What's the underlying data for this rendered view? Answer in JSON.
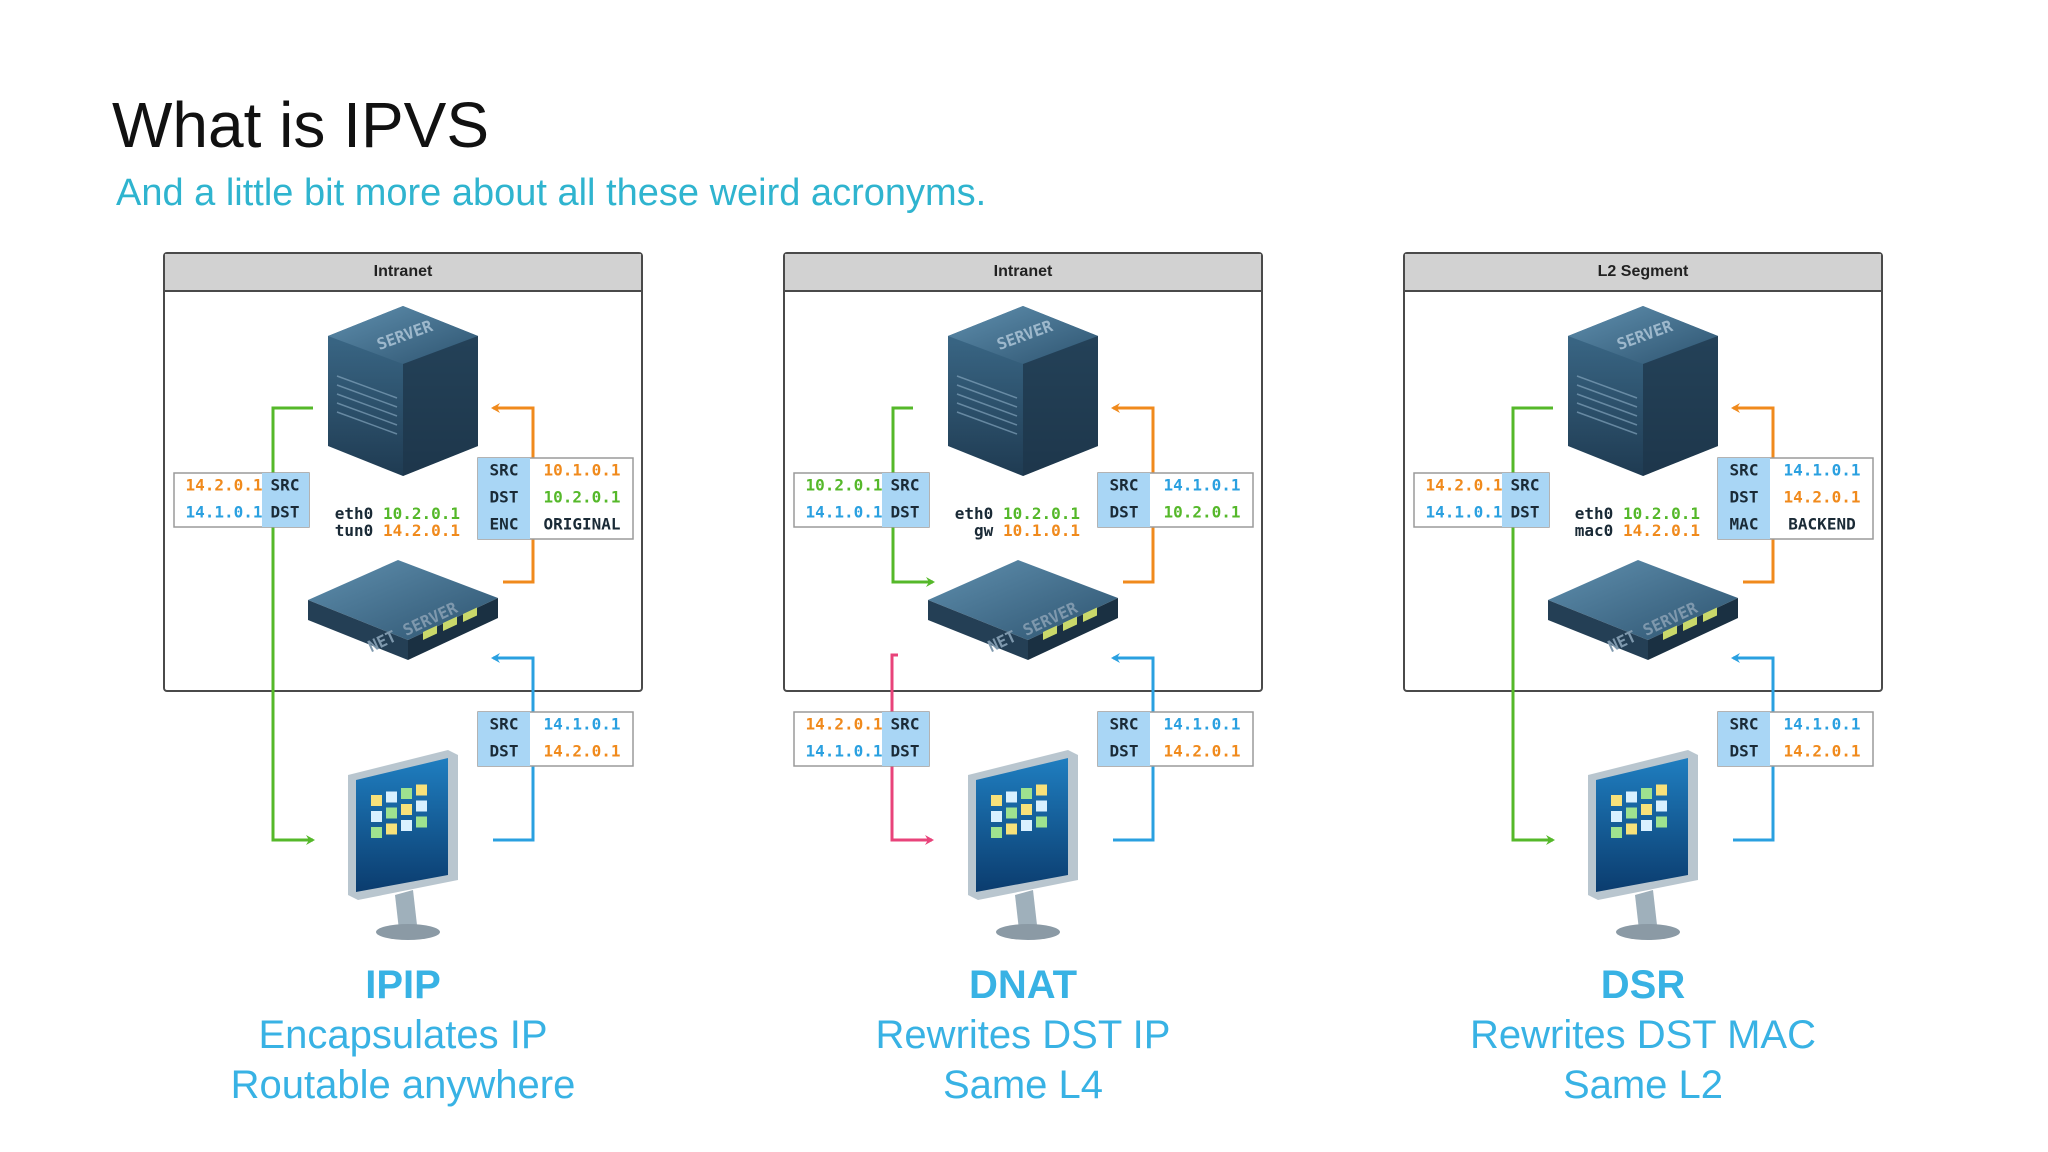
{
  "slide": {
    "title": "What is IPVS",
    "subtitle": "And a little bit more about all these weird acronyms."
  },
  "colors": {
    "green": "#55b82a",
    "orange": "#f08a1c",
    "blue": "#2aa0e0",
    "pink": "#e8437a",
    "label": "#38b2e4",
    "cell_blue": "#a9d6f5"
  },
  "icons": {
    "server": "server-icon",
    "load_balancer": "load-balancer-icon",
    "client": "client-monitor-icon"
  },
  "diagrams": [
    {
      "header": "Intranet",
      "server_chassis_text": "SERVER",
      "lb_chassis_text": "NET SERVER",
      "left_table": {
        "src_label": "SRC",
        "dst_label": "DST",
        "src": "14.2.0.1",
        "dst": "14.1.0.1"
      },
      "right_table": {
        "rows": [
          {
            "label": "SRC",
            "value": "10.1.0.1"
          },
          {
            "label": "DST",
            "value": "10.2.0.1"
          },
          {
            "label": "ENC",
            "value": "ORIGINAL"
          }
        ]
      },
      "iface": {
        "line1_name": "eth0",
        "line1_value": "10.2.0.1",
        "line2_name": "tun0",
        "line2_value": "14.2.0.1"
      },
      "bottom_right_table": {
        "src_label": "SRC",
        "dst_label": "DST",
        "src": "14.1.0.1",
        "dst": "14.2.0.1"
      },
      "mode": "IPIP",
      "line1": "Encapsulates IP",
      "line2": "Routable anywhere"
    },
    {
      "header": "Intranet",
      "server_chassis_text": "SERVER",
      "lb_chassis_text": "NET SERVER",
      "left_table": {
        "src_label": "SRC",
        "dst_label": "DST",
        "src": "10.2.0.1",
        "dst": "14.1.0.1"
      },
      "right_table": {
        "rows": [
          {
            "label": "SRC",
            "value": "14.1.0.1"
          },
          {
            "label": "DST",
            "value": "10.2.0.1"
          }
        ]
      },
      "iface": {
        "line1_name": "eth0",
        "line1_value": "10.2.0.1",
        "line2_name": "gw",
        "line2_value": "10.1.0.1"
      },
      "bottom_left_table": {
        "src_label": "SRC",
        "dst_label": "DST",
        "src": "14.2.0.1",
        "dst": "14.1.0.1"
      },
      "bottom_right_table": {
        "src_label": "SRC",
        "dst_label": "DST",
        "src": "14.1.0.1",
        "dst": "14.2.0.1"
      },
      "mode": "DNAT",
      "line1": "Rewrites DST IP",
      "line2": "Same L4"
    },
    {
      "header": "L2 Segment",
      "server_chassis_text": "SERVER",
      "lb_chassis_text": "NET SERVER",
      "left_table": {
        "src_label": "SRC",
        "dst_label": "DST",
        "src": "14.2.0.1",
        "dst": "14.1.0.1"
      },
      "right_table": {
        "rows": [
          {
            "label": "SRC",
            "value": "14.1.0.1"
          },
          {
            "label": "DST",
            "value": "14.2.0.1"
          },
          {
            "label": "MAC",
            "value": "BACKEND"
          }
        ]
      },
      "iface": {
        "line1_name": "eth0",
        "line1_value": "10.2.0.1",
        "line2_name": "mac0",
        "line2_value": "14.2.0.1"
      },
      "bottom_right_table": {
        "src_label": "SRC",
        "dst_label": "DST",
        "src": "14.1.0.1",
        "dst": "14.2.0.1"
      },
      "mode": "DSR",
      "line1": "Rewrites DST MAC",
      "line2": "Same L2"
    }
  ]
}
